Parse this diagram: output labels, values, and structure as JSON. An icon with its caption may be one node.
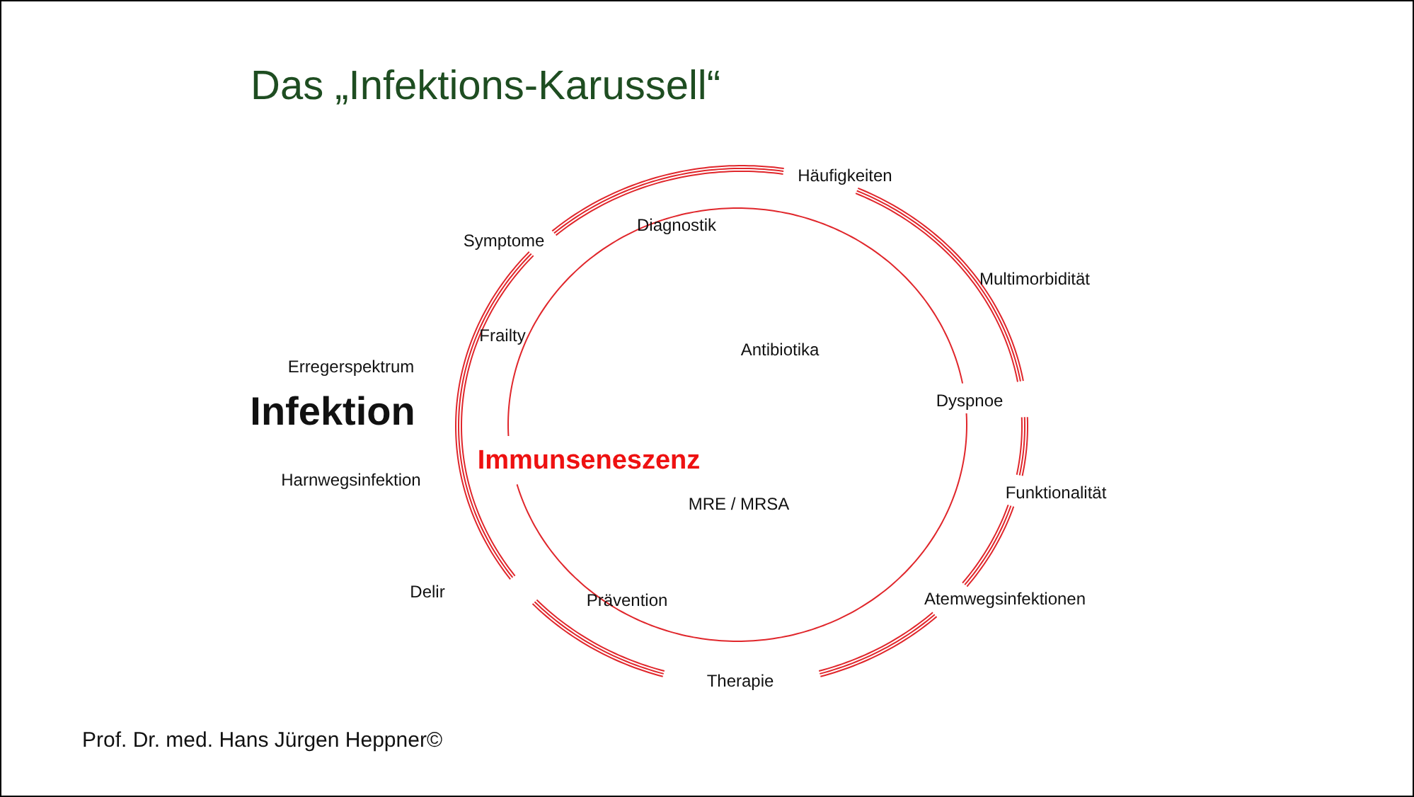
{
  "diagram": {
    "title": "Das „Infektions-Karussell“",
    "labels": [
      "Häufigkeiten",
      "Symptome",
      "Diagnostik",
      "Multimorbidität",
      "Frailty",
      "Antibiotika",
      "Erregerspektrum",
      "Dyspnoe",
      "Infektion",
      "Immunseneszenz",
      "Harnwegsinfektion",
      "Funktionalität",
      "MRE / MRSA",
      "Delir",
      "Prävention",
      "Atemwegsinfektionen",
      "Therapie",
      "Prof. Dr. med. Hans Jürgen Heppner©"
    ]
  }
}
